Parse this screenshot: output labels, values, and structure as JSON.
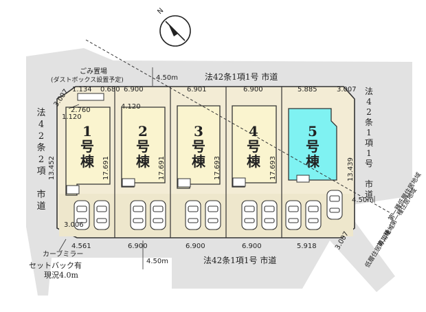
{
  "colors": {
    "road": "#e2e2e2",
    "lot": "#f3ecd5",
    "house": "#faf4cf",
    "house5": "#7ff2f2",
    "outline": "#333333",
    "parking": "#e9e2c7"
  },
  "compass": {
    "north": "N"
  },
  "roads": {
    "top": "法42条1項1号 市道",
    "bottom": "法42条1項1号 市道",
    "left": "法42条2項 市道",
    "right": "法42条1項1号 市道",
    "top_width": "4.50m",
    "bottom_width": "4.50m",
    "right_width": "4.50m"
  },
  "notes": {
    "garbage_title": "ごみ置場",
    "garbage_sub": "(ダストボックス設置予定)",
    "curve_mirror": "カーブミラー",
    "setback": "セットバック有",
    "current": "現況4.0m",
    "zone_a": "第一種低層住居地域",
    "zone_b": "第二種・第一種住居地域",
    "zone_c": "低層住居専用地域"
  },
  "houses": [
    {
      "label": "1号棟",
      "num": "1",
      "ch1": "号",
      "ch2": "棟",
      "depth": "17.691"
    },
    {
      "label": "2号棟",
      "num": "2",
      "ch1": "号",
      "ch2": "棟",
      "depth": "17.691"
    },
    {
      "label": "3号棟",
      "num": "3",
      "ch1": "号",
      "ch2": "棟",
      "depth": "17.693"
    },
    {
      "label": "4号棟",
      "num": "4",
      "ch1": "号",
      "ch2": "棟",
      "depth": "17.693"
    },
    {
      "label": "5号棟",
      "num": "5",
      "ch1": "号",
      "ch2": "棟",
      "depth": ""
    }
  ],
  "dims": {
    "top": [
      "1.134",
      "0.680",
      "6.900",
      "6.901",
      "6.900",
      "5.885"
    ],
    "bottom": [
      "4.561",
      "6.900",
      "6.900",
      "6.900",
      "5.918"
    ],
    "left_side": "13.452",
    "right_side": "13.439",
    "corner_tl": "3.007",
    "corner_tr": "3.007",
    "corner_bl": "3.006",
    "corner_br": "3.007",
    "g1": "1.120",
    "g2": "2.760",
    "g3": "4.120"
  }
}
